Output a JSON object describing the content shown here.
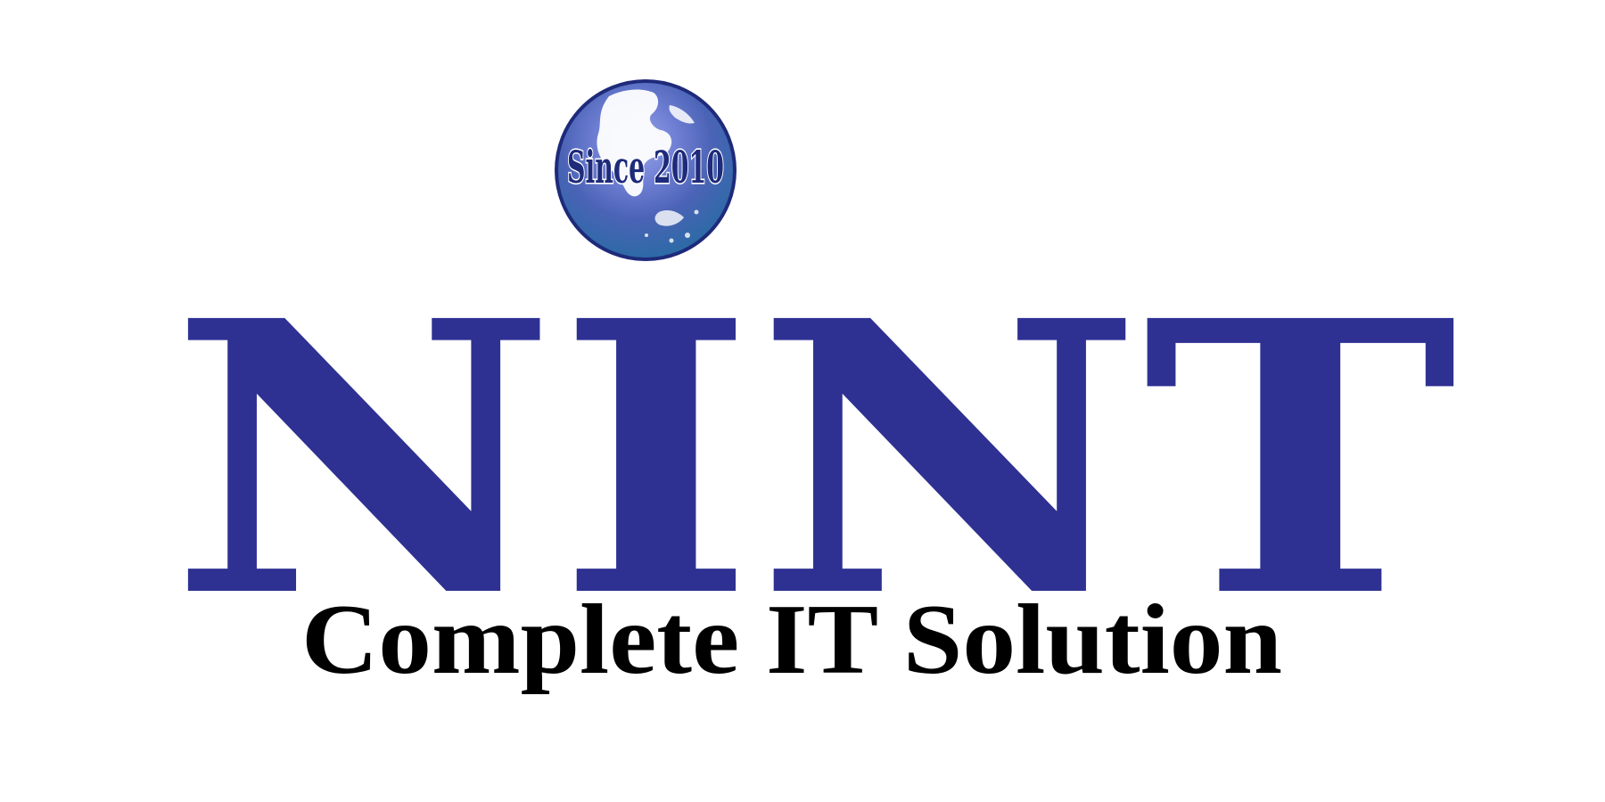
{
  "logo": {
    "brand_name": "NINT",
    "tagline": "Complete IT Solution",
    "badge_text": "Since 2010",
    "icon": "globe-icon",
    "colors": {
      "brand_blue": "#2e3192",
      "tagline_black": "#000000",
      "globe_light": "#7a8fd8",
      "globe_mid": "#4a63b8",
      "globe_deep": "#2f6aa8",
      "globe_rim": "#1e2a7a",
      "background": "#ffffff"
    }
  }
}
